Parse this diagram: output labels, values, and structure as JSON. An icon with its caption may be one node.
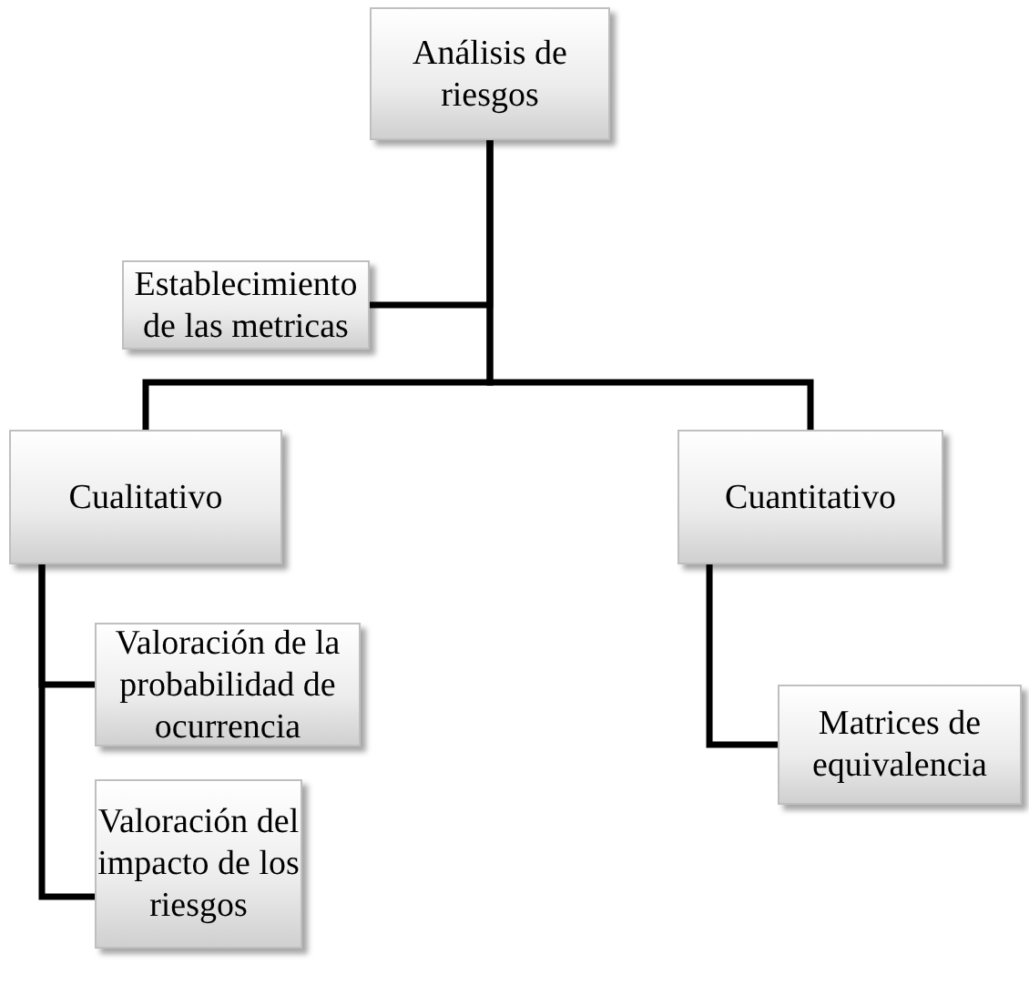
{
  "diagram": {
    "nodes": [
      {
        "text": [
          "Análisis de riesgos"
        ]
      },
      {
        "text": [
          "Establecimiento de las metricas"
        ]
      },
      {
        "text": [
          "Cualitativo"
        ]
      },
      {
        "text": [
          "Cuantitativo"
        ]
      },
      {
        "text": [
          "Valoración de la probabilidad de ocurrencia"
        ]
      },
      {
        "text": [
          "Valoración del impacto de los riesgos"
        ]
      },
      {
        "text": [
          "Matrices de equivalencia"
        ]
      }
    ],
    "edges": [
      {
        "from": 0,
        "to": 1,
        "arrow": "none"
      },
      {
        "from": 0,
        "to": 2,
        "arrow": "none"
      },
      {
        "from": 0,
        "to": 3,
        "arrow": "none"
      },
      {
        "from": 2,
        "to": 4,
        "arrow": "none"
      },
      {
        "from": 2,
        "to": 5,
        "arrow": "none"
      },
      {
        "from": 3,
        "to": 6,
        "arrow": "none"
      }
    ]
  }
}
